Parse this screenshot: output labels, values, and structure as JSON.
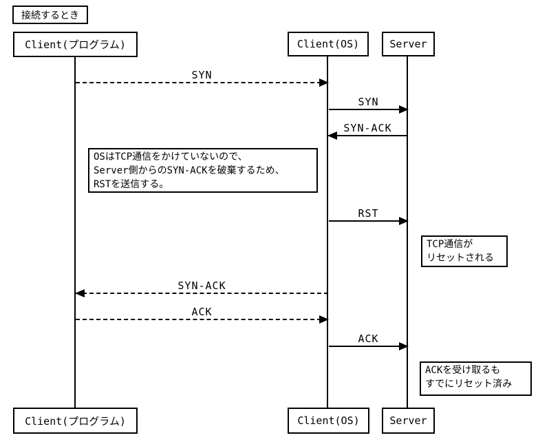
{
  "diagram": {
    "title": "接続するとき",
    "colors": {
      "line": "#000000",
      "background": "#ffffff"
    },
    "actors": {
      "client_program": "Client(プログラム)",
      "client_os": "Client(OS)",
      "server": "Server"
    },
    "messages": [
      {
        "label": "SYN",
        "from": "client_program",
        "to": "client_os",
        "style": "dashed"
      },
      {
        "label": "SYN",
        "from": "client_os",
        "to": "server",
        "style": "solid"
      },
      {
        "label": "SYN-ACK",
        "from": "server",
        "to": "client_os",
        "style": "solid"
      },
      {
        "label": "RST",
        "from": "client_os",
        "to": "server",
        "style": "solid"
      },
      {
        "label": "SYN-ACK",
        "from": "client_os",
        "to": "client_program",
        "style": "dashed"
      },
      {
        "label": "ACK",
        "from": "client_program",
        "to": "client_os",
        "style": "dashed"
      },
      {
        "label": "ACK",
        "from": "client_os",
        "to": "server",
        "style": "solid"
      }
    ],
    "notes": {
      "os_note": {
        "line1": "OSはTCP通信をかけていないので、",
        "line2": "Server側からのSYN-ACKを破棄するため、",
        "line3": "RSTを送信する。"
      },
      "reset_note": {
        "line1": "TCP通信が",
        "line2": "リセットされる"
      },
      "ack_note": {
        "line1": "ACKを受け取るも",
        "line2": "すでにリセット済み"
      }
    }
  }
}
